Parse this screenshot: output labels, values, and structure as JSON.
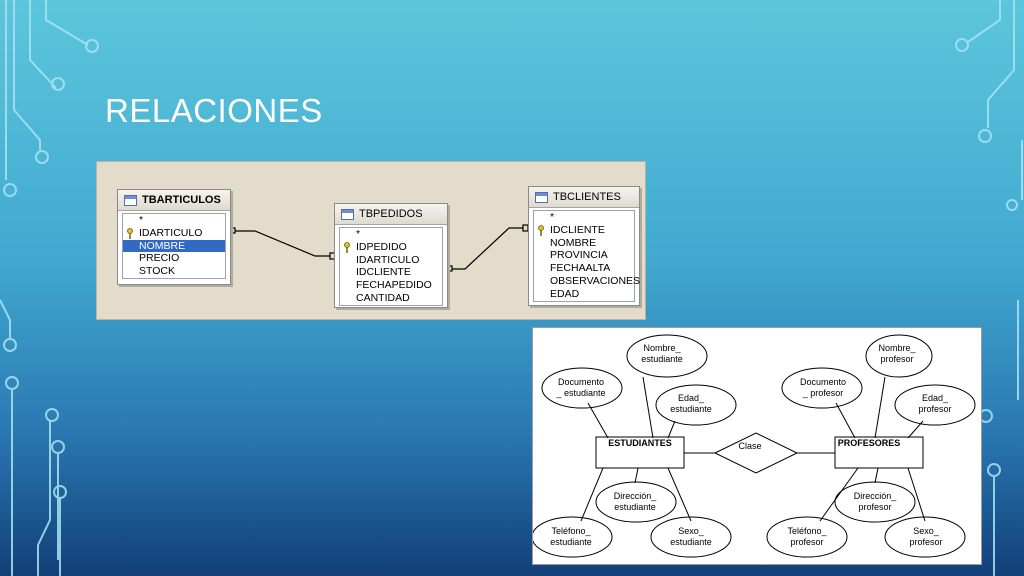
{
  "slide": {
    "title": "RELACIONES"
  },
  "colors": {
    "bg_top": "#5cc6dc",
    "bg_bottom": "#123f78",
    "selection": "#3269c4"
  },
  "sql_diagram": {
    "tables": [
      {
        "name": "TBARTICULOS",
        "fields": [
          "*",
          "IDARTICULO",
          "NOMBRE",
          "PRECIO",
          "STOCK"
        ],
        "key_field": "IDARTICULO",
        "selected_field": "NOMBRE"
      },
      {
        "name": "TBPEDIDOS",
        "fields": [
          "*",
          "IDPEDIDO",
          "IDARTICULO",
          "IDCLIENTE",
          "FECHAPEDIDO",
          "CANTIDAD"
        ],
        "key_field": "IDPEDIDO"
      },
      {
        "name": "TBCLIENTES",
        "fields": [
          "*",
          "IDCLIENTE",
          "NOMBRE",
          "PROVINCIA",
          "FECHAALTA",
          "OBSERVACIONES",
          "EDAD"
        ],
        "key_field": "IDCLIENTE"
      }
    ]
  },
  "er_diagram": {
    "entities": {
      "left": "ESTUDIANTES",
      "right": "PROFESORES"
    },
    "relation": "Clase",
    "left_attrs": {
      "nombre": [
        "Nombre_",
        "estudiante"
      ],
      "documento": [
        "Documento",
        "_ estudiante"
      ],
      "edad": [
        "Edad_",
        "estudiante"
      ],
      "direccion": [
        "Dirección_",
        "estudiante"
      ],
      "telefono": [
        "Teléfono_",
        "estudiante"
      ],
      "sexo": [
        "Sexo_",
        "estudiante"
      ]
    },
    "right_attrs": {
      "nombre": [
        "Nombre_",
        "profesor"
      ],
      "documento": [
        "Documento",
        "_ profesor"
      ],
      "edad": [
        "Edad_",
        "profesor"
      ],
      "direccion": [
        "Dirección_",
        "profesor"
      ],
      "telefono": [
        "Teléfono_",
        "profesor"
      ],
      "sexo": [
        "Sexo_",
        "profesor"
      ]
    }
  }
}
